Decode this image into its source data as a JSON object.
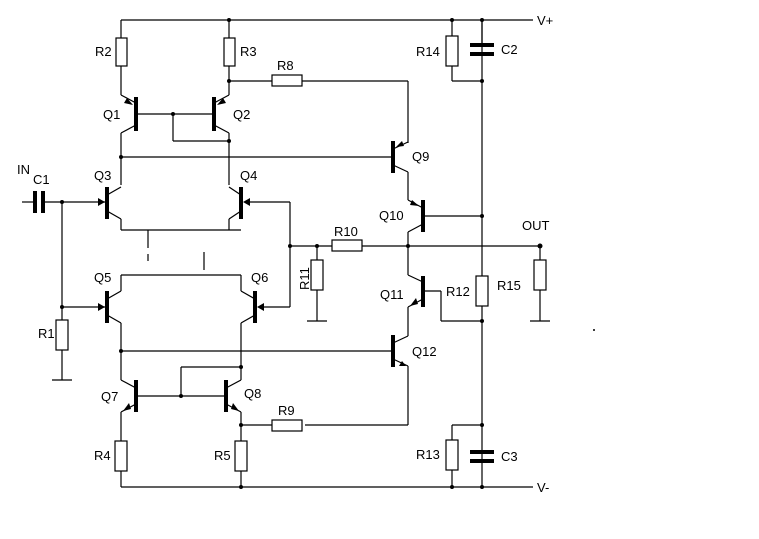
{
  "labels": {
    "vplus": "V+",
    "vminus": "V-",
    "in": "IN",
    "out": "OUT"
  },
  "components": {
    "R1": "R1",
    "R2": "R2",
    "R3": "R3",
    "R4": "R4",
    "R5": "R5",
    "R8": "R8",
    "R9": "R9",
    "R10": "R10",
    "R11": "R11",
    "R12": "R12",
    "R13": "R13",
    "R14": "R14",
    "R15": "R15",
    "C1": "C1",
    "C2": "C2",
    "C3": "C3",
    "Q1": "Q1",
    "Q2": "Q2",
    "Q3": "Q3",
    "Q4": "Q4",
    "Q5": "Q5",
    "Q6": "Q6",
    "Q7": "Q7",
    "Q8": "Q8",
    "Q9": "Q9",
    "Q10": "Q10",
    "Q11": "Q11",
    "Q12": "Q12"
  }
}
